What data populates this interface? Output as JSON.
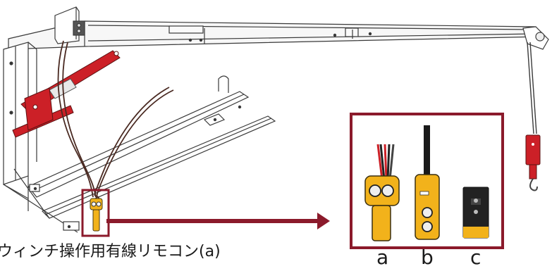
{
  "figure": {
    "caption": "ウィンチ操作用有線リモコン(a)",
    "variants": [
      {
        "label": "a"
      },
      {
        "label": "b"
      },
      {
        "label": "c"
      }
    ],
    "colors": {
      "highlight_frame": "#8b1a2b",
      "arrow": "#8b1a2b",
      "ram": "#cc2027",
      "pendant": "#f2b21b",
      "frame_line": "#3a3a3a",
      "cable": "#4a2a22"
    }
  }
}
